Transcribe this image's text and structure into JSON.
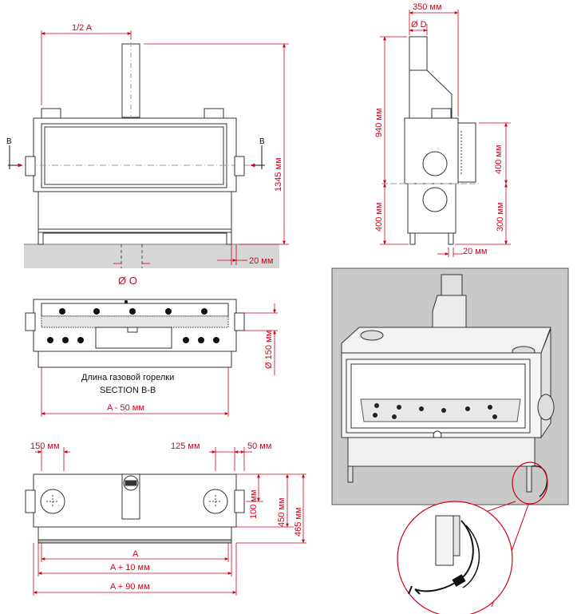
{
  "colors": {
    "dimension": "#d0021b",
    "outline": "#333333",
    "render_background": "#c9c9c9",
    "floor": "#d6d6d6"
  },
  "front_view": {
    "dim_half_width": "1/2 A",
    "dim_total_height": "1345 мм",
    "dim_leg_offset": "20 мм",
    "dim_flue": "Ø O",
    "section_mark_left": "B",
    "section_mark_right": "B"
  },
  "side_view": {
    "dim_depth": "350 мм",
    "dim_flue": "Ø D",
    "dim_940": "940 мм",
    "dim_400_top": "400 мм",
    "dim_400_bottom": "400 мм",
    "dim_300": "300 мм",
    "dim_20": "20 мм"
  },
  "section_view": {
    "dim_spigot": "Ø 150 мм",
    "caption_line1": "Длина газовой горелки",
    "caption_line2": "SECTION B-B",
    "dim_width": "A - 50 мм"
  },
  "top_view": {
    "dim_150": "150 мм",
    "dim_125": "125 мм",
    "dim_50": "50 мм",
    "dim_100": "100 мм",
    "dim_450": "450 мм",
    "dim_465": "465 мм",
    "dim_a": "A",
    "dim_a10": "A + 10 мм",
    "dim_a90": "A + 90 мм"
  },
  "render": {
    "icons": [
      "fireplace-render-icon",
      "power-cable-detail-icon"
    ]
  }
}
